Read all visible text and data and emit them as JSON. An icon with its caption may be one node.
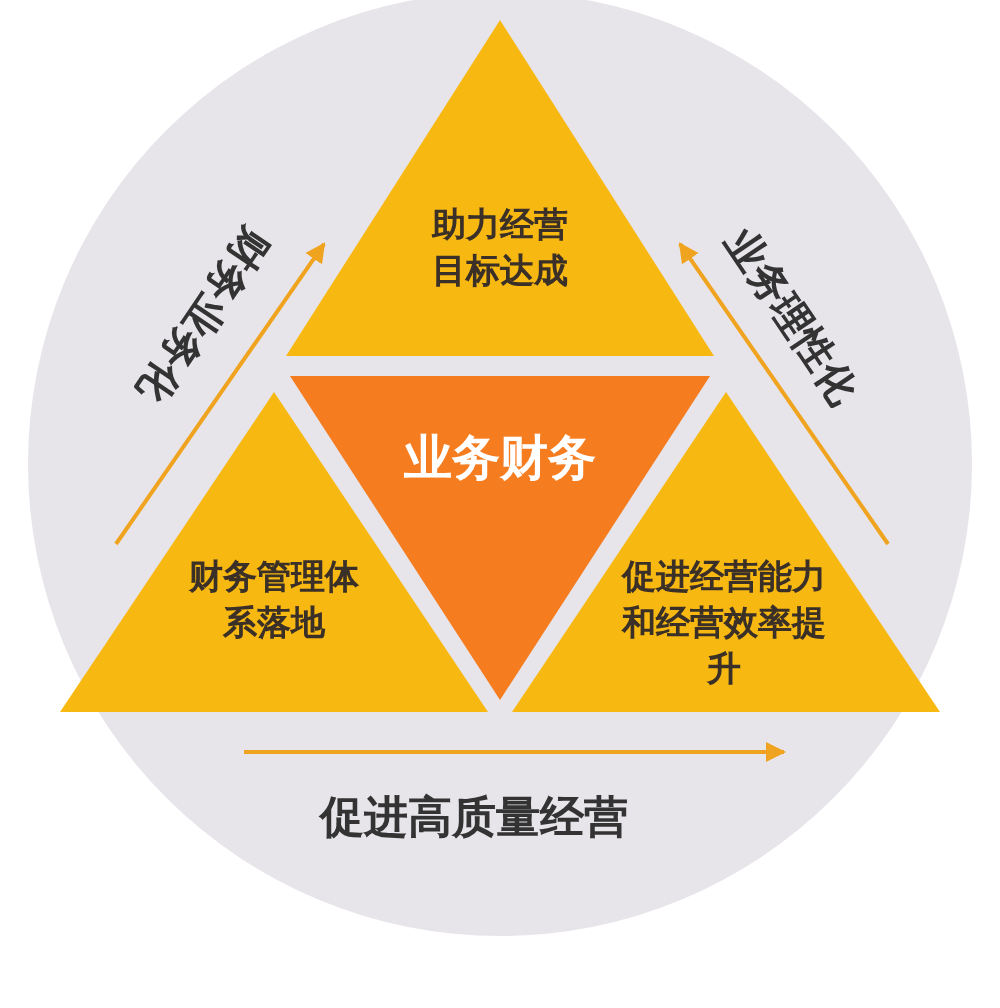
{
  "diagram": {
    "nodes": [
      {
        "text": [
          "助力经营目标达成"
        ]
      },
      {
        "text": [
          "业务财务"
        ]
      },
      {
        "text": [
          "财务管理体系落地"
        ]
      },
      {
        "text": [
          "促进经营能力和经营效率提升"
        ]
      }
    ],
    "edges": [
      {
        "from": 2,
        "to": 0,
        "arrow": "to",
        "label": "财务业务化"
      },
      {
        "from": 3,
        "to": 0,
        "arrow": "to",
        "label": "业务理性化"
      },
      {
        "from": 2,
        "to": 3,
        "arrow": "to",
        "label": "促进高质量经营"
      }
    ]
  }
}
